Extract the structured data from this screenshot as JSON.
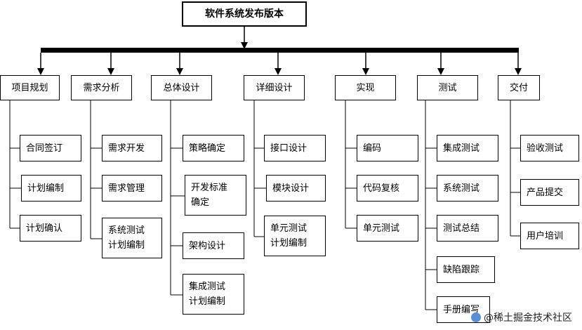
{
  "root": {
    "label": "软件系统发布版本"
  },
  "categories": [
    {
      "label": "项目规划",
      "items": [
        "合同签订",
        "计划编制",
        "计划确认"
      ]
    },
    {
      "label": "需求分析",
      "items": [
        "需求开发",
        "需求管理",
        "系统测试\n计划编制"
      ]
    },
    {
      "label": "总体设计",
      "items": [
        "策略确定",
        "开发标准\n确定",
        "架构设计",
        "集成测试\n计划编制"
      ]
    },
    {
      "label": "详细设计",
      "items": [
        "接口设计",
        "模块设计",
        "单元测试\n计划编制"
      ]
    },
    {
      "label": "实现",
      "items": [
        "编码",
        "代码复核",
        "单元测试"
      ]
    },
    {
      "label": "测试",
      "items": [
        "集成测试",
        "系统测试",
        "测试总结",
        "缺陷跟踪",
        "手册编写"
      ]
    },
    {
      "label": "交付",
      "items": [
        "验收测试",
        "产品提交",
        "用户培训"
      ]
    }
  ],
  "watermark": {
    "text": "@稀土掘金技术社区"
  }
}
